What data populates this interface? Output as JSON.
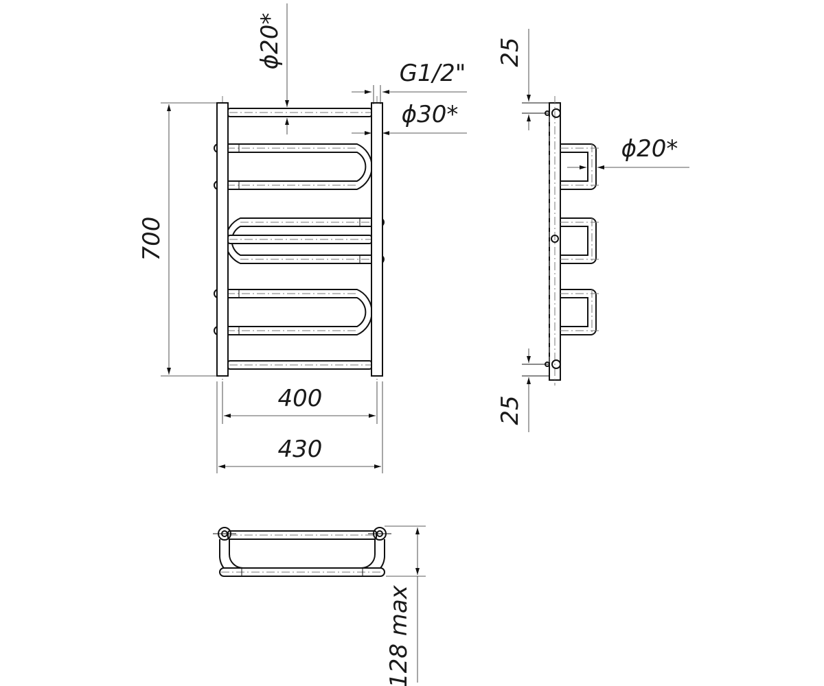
{
  "dimensions": {
    "height_700": "700",
    "width_400": "400",
    "width_430": "430",
    "depth_128": "128 max",
    "top_offset_25": "25",
    "bottom_offset_25": "25",
    "tube_dia_top": "ϕ20*",
    "tube_dia_side": "ϕ20*",
    "collector_dia": "ϕ30*",
    "thread": "G1/2\""
  },
  "colors": {
    "line": "#111111",
    "background": "#ffffff"
  }
}
